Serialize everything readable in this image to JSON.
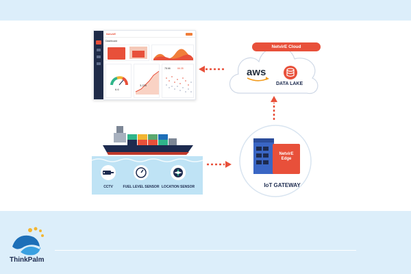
{
  "dashboard": {
    "logo": "NetvirE",
    "title": "Dashboard",
    "card_values": [
      "6.6",
      "3,235",
      "78.66",
      "66.35"
    ]
  },
  "cloud": {
    "title": "NetvirE Cloud",
    "aws_label": "aws",
    "data_lake_label": "DATA LAKE"
  },
  "sensors": [
    {
      "label": "CCTV",
      "icon": "cctv-camera-icon"
    },
    {
      "label": "FUEL LEVEL SENSOR",
      "icon": "fuel-gauge-icon"
    },
    {
      "label": "LOCATION SENSOR",
      "icon": "compass-icon"
    }
  ],
  "gateway": {
    "edge_label_line1": "NetvirE",
    "edge_label_line2": "Edge",
    "title": "IoT GATEWAY"
  },
  "brand": {
    "name": "ThinkPalm"
  },
  "colors": {
    "accent": "#e8503a",
    "navy": "#1d2b4f",
    "light_blue": "#dceefa",
    "water": "#bfe3f5"
  }
}
